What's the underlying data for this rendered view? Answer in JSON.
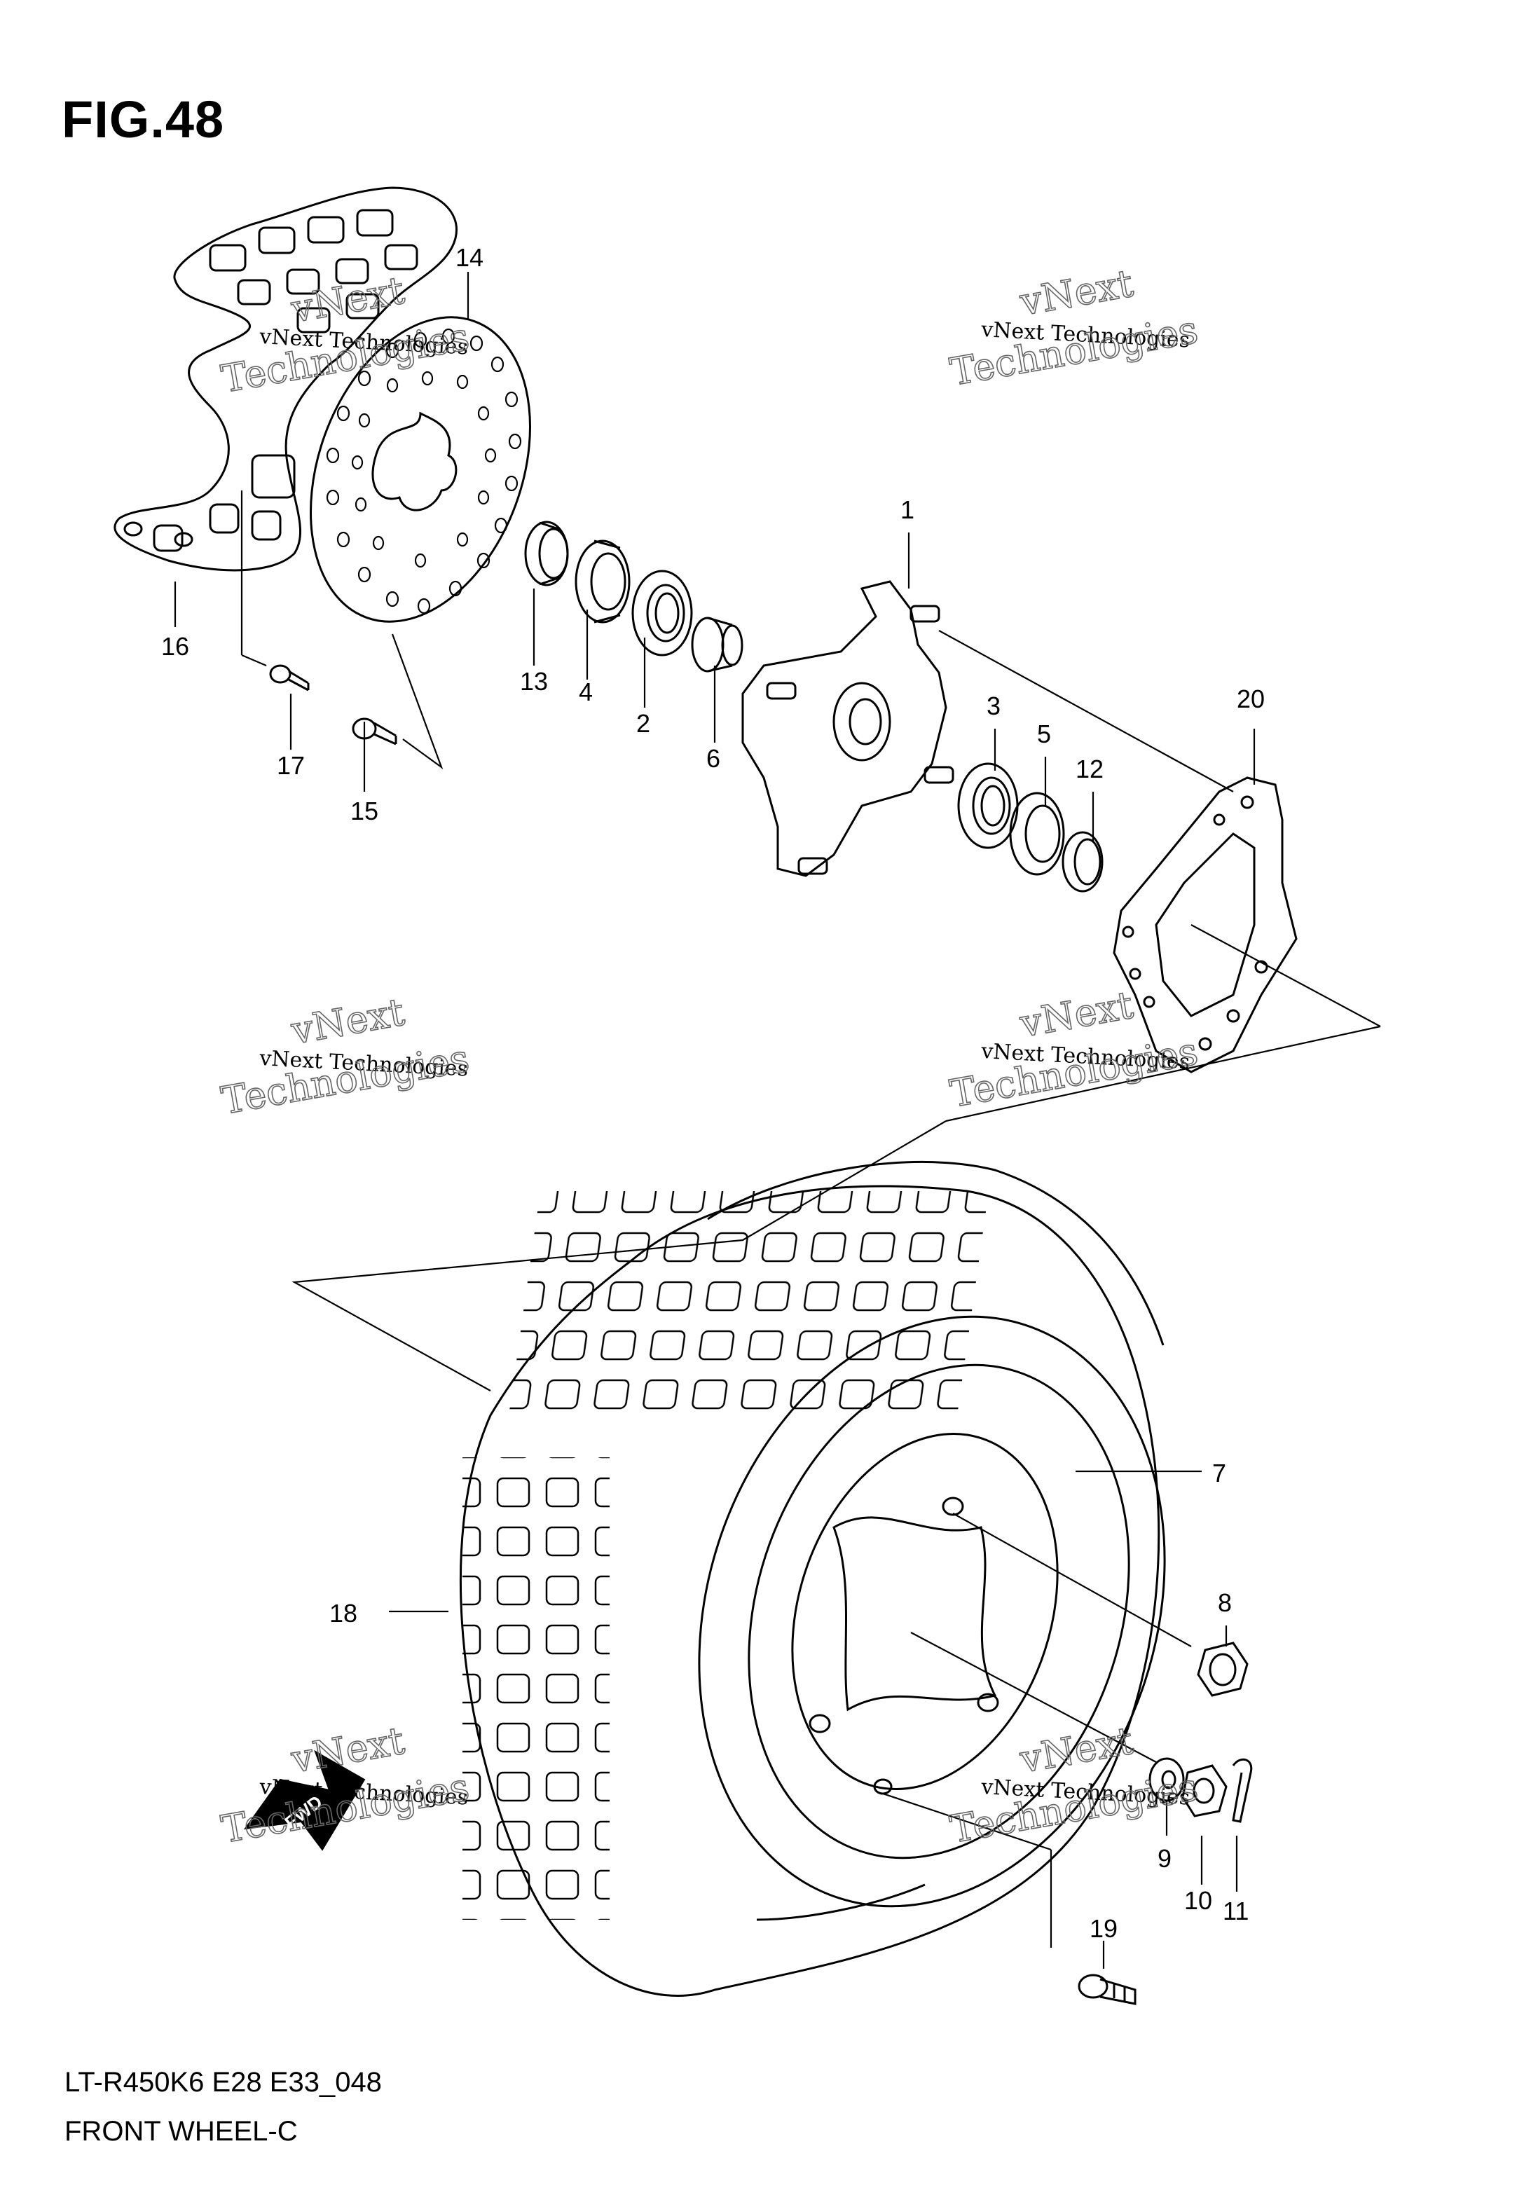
{
  "title": "FIG.48",
  "footer": {
    "model_code": "LT-R450K6 E28 E33_048",
    "section_name": "FRONT WHEEL-C"
  },
  "watermark": {
    "line1": "vNext Technologies",
    "big_top": "vNext",
    "big_bottom": "Technologies"
  },
  "direction_badge": "FWD",
  "callouts": {
    "c1": "1",
    "c2": "2",
    "c3": "3",
    "c4": "4",
    "c5": "5",
    "c6": "6",
    "c7": "7",
    "c8": "8",
    "c9": "9",
    "c10": "10",
    "c11": "11",
    "c12": "12",
    "c13": "13",
    "c14": "14",
    "c15": "15",
    "c16": "16",
    "c17": "17",
    "c18": "18",
    "c19": "19",
    "c20": "20"
  }
}
